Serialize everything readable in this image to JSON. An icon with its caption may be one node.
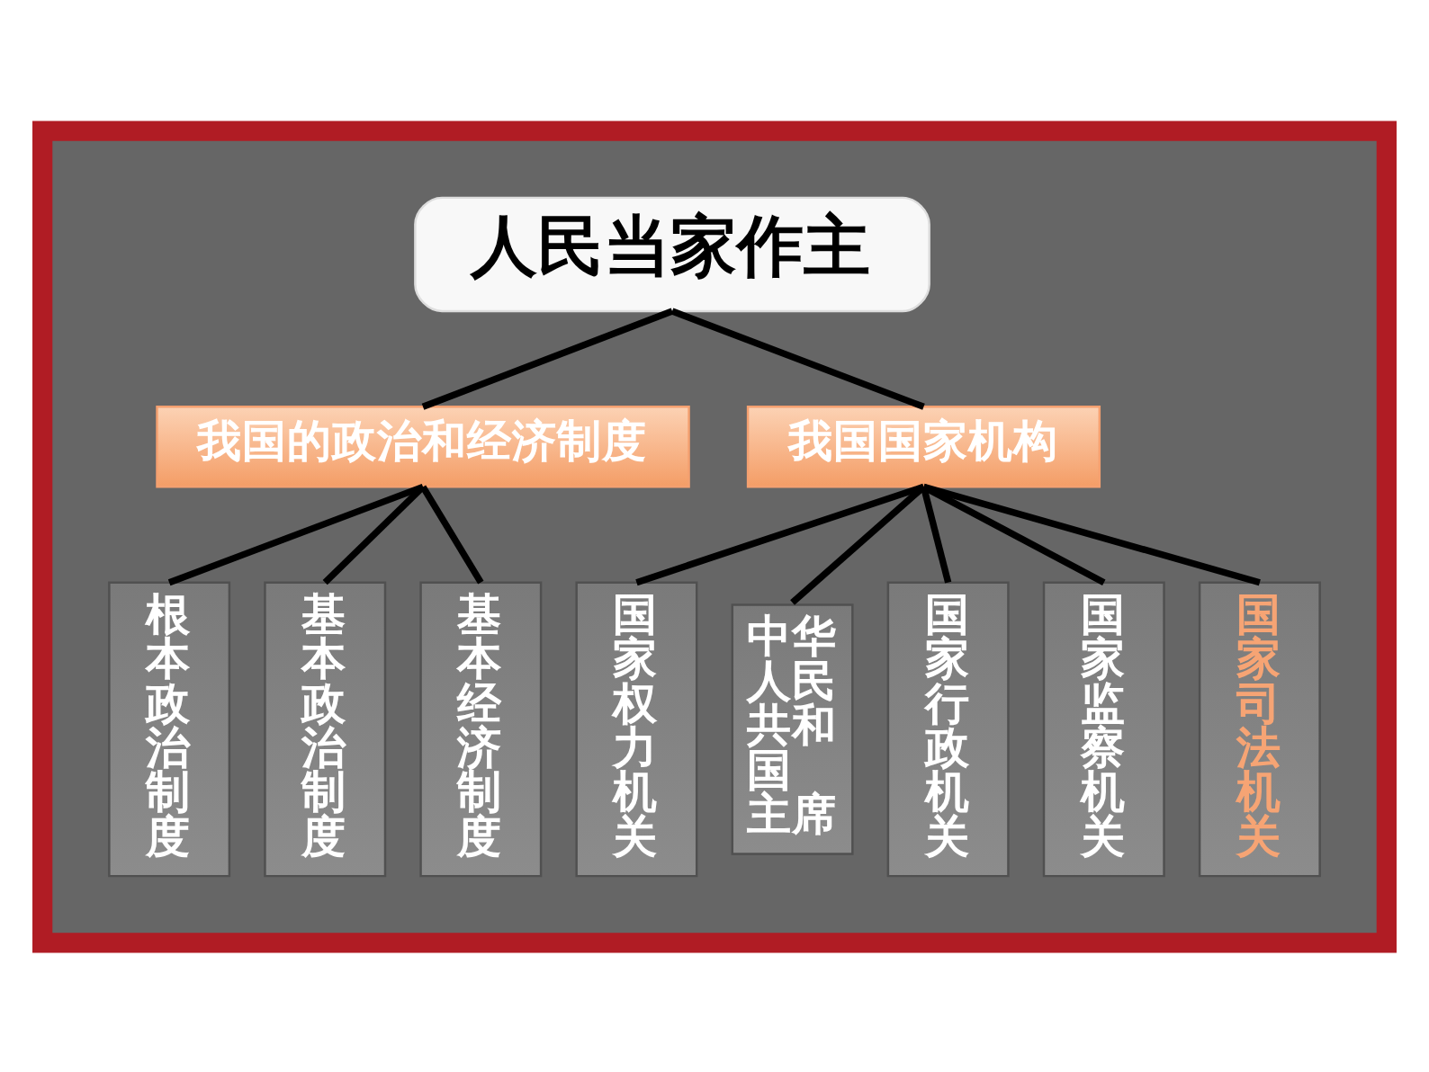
{
  "diagram": {
    "nodes": [
      {
        "text": [],
        "shape": "box"
      },
      {
        "text": [
          "人民当家作主"
        ],
        "in": 0
      },
      {
        "text": [
          "我国的政治和经济制度"
        ],
        "in": 0
      },
      {
        "text": [
          "我国国家机构"
        ],
        "in": 0
      },
      {
        "text": [
          "根本政治制度"
        ],
        "in": 0
      },
      {
        "text": [
          "基本政治制度"
        ],
        "in": 0
      },
      {
        "text": [
          "基本经济制度"
        ],
        "in": 0
      },
      {
        "text": [
          "国家权力机关"
        ],
        "in": 0
      },
      {
        "text": [
          "中华人民共和国主席"
        ],
        "in": 0
      },
      {
        "text": [
          "国家行政机关"
        ],
        "in": 0
      },
      {
        "text": [
          "国家监察机关"
        ],
        "in": 0
      },
      {
        "text": [
          "国家司法机关"
        ],
        "in": 0
      }
    ],
    "edges": [
      {
        "from": 1,
        "to": 2,
        "arrow": "none"
      },
      {
        "from": 1,
        "to": 3,
        "arrow": "none"
      },
      {
        "from": 2,
        "to": 4,
        "arrow": "none"
      },
      {
        "from": 2,
        "to": 5,
        "arrow": "none"
      },
      {
        "from": 2,
        "to": 6,
        "arrow": "none"
      },
      {
        "from": 3,
        "to": 7,
        "arrow": "none"
      },
      {
        "from": 3,
        "to": 8,
        "arrow": "none"
      },
      {
        "from": 3,
        "to": 9,
        "arrow": "none"
      },
      {
        "from": 3,
        "to": 10,
        "arrow": "none"
      },
      {
        "from": 3,
        "to": 11,
        "arrow": "none"
      }
    ]
  }
}
